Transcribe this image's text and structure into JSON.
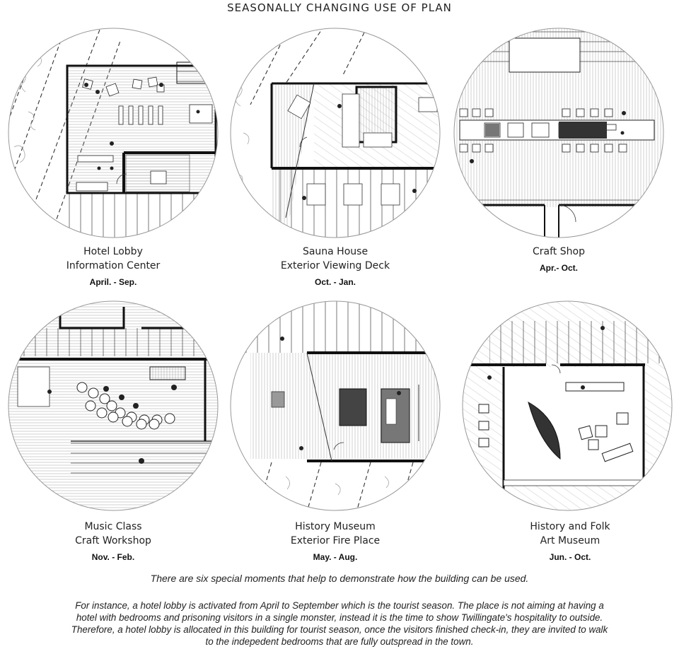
{
  "header": {
    "title": "SEASONALLY CHANGING USE OF PLAN"
  },
  "plans": [
    {
      "line1": "Hotel Lobby",
      "line2": "Information Center",
      "period": "April. - Sep."
    },
    {
      "line1": "Sauna House",
      "line2": "Exterior Viewing Deck",
      "period": "Oct. - Jan."
    },
    {
      "line1": "Craft Shop",
      "line2": "",
      "period": "Apr.- Oct."
    },
    {
      "line1": "Music Class",
      "line2": "Craft Workshop",
      "period": "Nov. - Feb."
    },
    {
      "line1": "History Museum",
      "line2": "Exterior Fire Place",
      "period": "May. - Aug."
    },
    {
      "line1": "History and Folk",
      "line2": "Art Museum",
      "period": "Jun. - Oct."
    }
  ],
  "footer": {
    "intro": "There are six special moments that help to demonstrate how the building can be used.",
    "paragraph": "For instance, a hotel lobby is activated from April to September which is the tourist season. The place is not aiming at having a hotel with bedrooms and prisoning visitors in a single monster, instead it is the time to show Twillingate's hospitality to outside. Therefore, a hotel lobby is allocated in this building for tourist season, once the visitors finished check-in, they are invited to walk to the indepedent bedrooms that are fully outspread in the town."
  },
  "colors": {
    "ink": "#222222",
    "wall": "#111111",
    "hatch": "#9a9a9a",
    "paper": "#ffffff"
  }
}
